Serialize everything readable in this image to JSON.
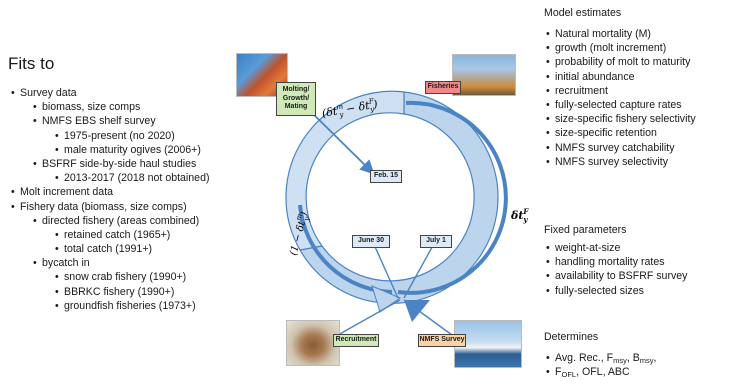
{
  "left": {
    "title": "Fits to",
    "items": [
      {
        "level": 0,
        "text": "Survey data"
      },
      {
        "level": 1,
        "text": "biomass, size comps"
      },
      {
        "level": 1,
        "text": "NMFS EBS shelf survey"
      },
      {
        "level": 2,
        "text": "1975-present (no 2020)"
      },
      {
        "level": 2,
        "text": "male maturity ogives (2006+)"
      },
      {
        "level": 1,
        "text": "BSFRF side-by-side haul studies"
      },
      {
        "level": 2,
        "text": "2013-2017 (2018 not obtained)"
      },
      {
        "level": 0,
        "text": "Molt increment data"
      },
      {
        "level": 0,
        "text": "Fishery data (biomass, size comps)"
      },
      {
        "level": 1,
        "text": "directed fishery (areas combined)"
      },
      {
        "level": 2,
        "text": "retained catch (1965+)"
      },
      {
        "level": 2,
        "text": "total catch (1991+)"
      },
      {
        "level": 1,
        "text": "bycatch in"
      },
      {
        "level": 2,
        "text": "snow crab fishery (1990+)"
      },
      {
        "level": 2,
        "text": "BBRKC fishery    (1990+)"
      },
      {
        "level": 2,
        "text": "groundfish fisheries (1973+)"
      }
    ]
  },
  "model": {
    "heading": "Model estimates",
    "items": [
      "Natural mortality (M)",
      "growth (molt increment)",
      "probability of molt to maturity",
      "initial abundance",
      "recruitment",
      "fully-selected capture rates",
      "size-specific fishery selectivity",
      "size-specific retention",
      "NMFS survey catchability",
      "NMFS survey selectivity"
    ]
  },
  "fixed": {
    "heading": "Fixed parameters",
    "items": [
      "weight-at-size",
      "handling mortality rates",
      "availability to BSFRF survey",
      "fully-selected sizes"
    ]
  },
  "determines": {
    "heading": "Determines",
    "avg_rec": "Avg. Rec., F",
    "msy_sub": "msy",
    "b": ", B",
    "ofl_f": "F",
    "ofl_sub": "OFL",
    "ofl_rest": ", OFL, ABC"
  },
  "diagram": {
    "molting_label": "Molting/ Growth/ Mating",
    "fisheries_label": "Fisheries",
    "recruitment_label": "Recruitment",
    "survey_label": "NMFS Survey",
    "feb_label": "Feb. 15",
    "june_label": "June 30",
    "july_label": "July 1",
    "top_formula": "(δt",
    "top_sup1": "m",
    "top_mid": " − δt",
    "top_sup2": "F",
    "top_sub": "y",
    "right_formula": "δt",
    "right_sup": "F",
    "right_sub": "y",
    "left_formula": "(1 − δt",
    "left_sup": "m",
    "left_sub": "y"
  },
  "colors": {
    "ring_fill": "#bcd4ec",
    "ring_line": "#4b84c4",
    "box_blue": "#dce9f7",
    "box_green": "#cfe9b8",
    "box_red": "#f08a8a",
    "box_orange": "#fbd1a8"
  }
}
